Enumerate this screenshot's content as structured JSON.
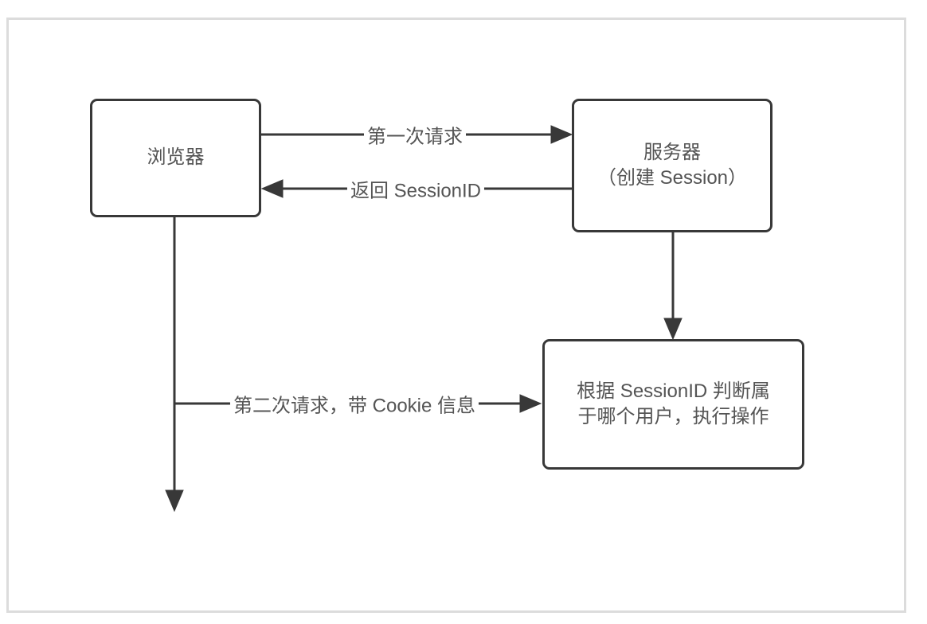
{
  "colors": {
    "line": "#383838",
    "text": "#545454",
    "frame_border": "#dcdcdc",
    "background": "#ffffff"
  },
  "nodes": {
    "browser": {
      "label": "浏览器"
    },
    "server": {
      "lines": [
        "服务器",
        "（创建 Session）"
      ]
    },
    "result": {
      "lines": [
        "根据 SessionID 判断属",
        "于哪个用户，执行操作"
      ]
    }
  },
  "edges": {
    "first_request": {
      "label": "第一次请求"
    },
    "return_sessionid": {
      "label": "返回 SessionID"
    },
    "second_request": {
      "label": "第二次请求，带 Cookie 信息"
    }
  }
}
